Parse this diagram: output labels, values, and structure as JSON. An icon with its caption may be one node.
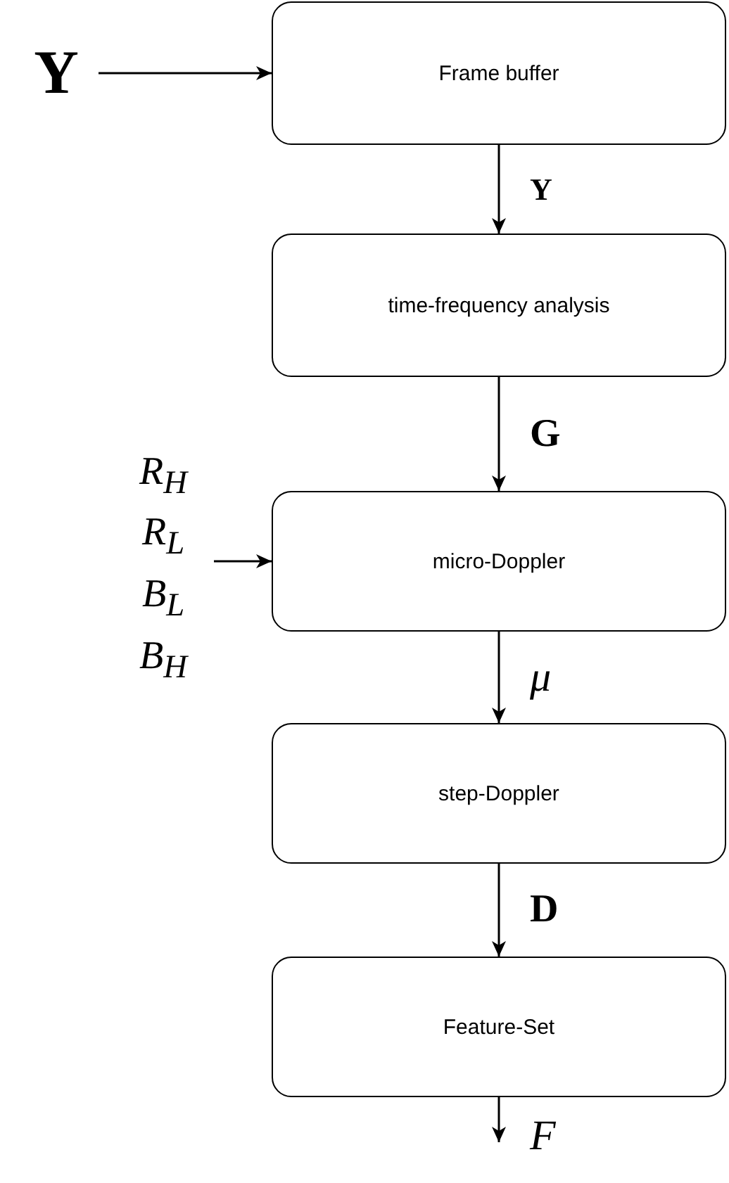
{
  "diagram": {
    "nodes": [
      {
        "text": [
          "Υ"
        ]
      },
      {
        "text": [
          "Frame buffer"
        ]
      },
      {
        "text": [
          "time-frequency analysis"
        ]
      },
      {
        "text": [
          "R$_{H}$",
          "R$_{L}$",
          "B$_{L}$",
          "B$_{H}$"
        ]
      },
      {
        "text": [
          "micro-Doppler"
        ]
      },
      {
        "text": [
          "step-Doppler"
        ]
      },
      {
        "text": [
          "Feature-Set"
        ]
      }
    ],
    "edges": [
      {
        "from": 0,
        "to": 1,
        "arrow": "to"
      },
      {
        "from": 1,
        "to": 2,
        "arrow": "to",
        "label": "Y"
      },
      {
        "from": 2,
        "to": 4,
        "arrow": "to",
        "label": "G"
      },
      {
        "from": 3,
        "to": 4,
        "arrow": "to"
      },
      {
        "from": 4,
        "to": 5,
        "arrow": "to",
        "label": "μ"
      },
      {
        "from": 5,
        "to": 6,
        "arrow": "to",
        "label": "D"
      },
      {
        "from": 6,
        "to": null,
        "arrow": "to",
        "label": "F"
      }
    ]
  }
}
